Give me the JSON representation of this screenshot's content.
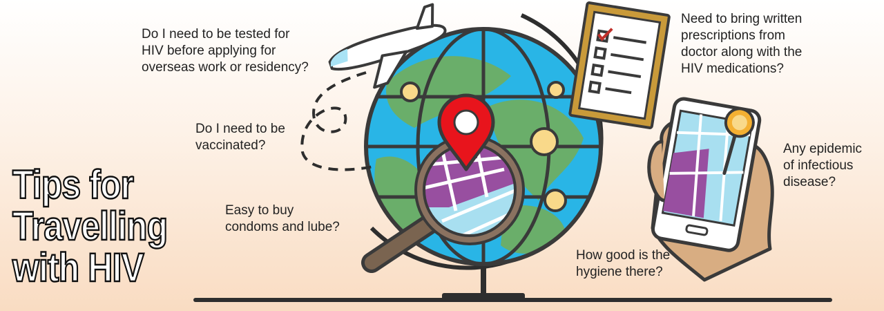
{
  "banner": {
    "title_lines": [
      "Tips for",
      "Travelling",
      "with HIV"
    ],
    "questions": {
      "testing": [
        "Do I need to be tested for",
        "HIV before applying for",
        "overseas work or residency?"
      ],
      "vaccination": [
        "Do I need to be",
        "vaccinated?"
      ],
      "condoms": [
        "Easy to buy",
        "condoms and lube?"
      ],
      "prescriptions": [
        "Need to bring written",
        "prescriptions from",
        "doctor along with the",
        "HIV medications?"
      ],
      "epidemic": [
        "Any epidemic",
        "of infectious",
        "disease?"
      ],
      "hygiene": [
        "How good is the",
        "hygiene there?"
      ]
    },
    "colors": {
      "ocean": "#29b5e6",
      "land": "#6aae6a",
      "map_pin": "#e8141c",
      "map_purple": "#984fa0",
      "outline": "#3a3a3a"
    },
    "icons": [
      "airplane-icon",
      "globe-icon",
      "magnifier-icon",
      "map-pin-icon",
      "checklist-icon",
      "smartphone-icon",
      "hand-icon"
    ]
  }
}
